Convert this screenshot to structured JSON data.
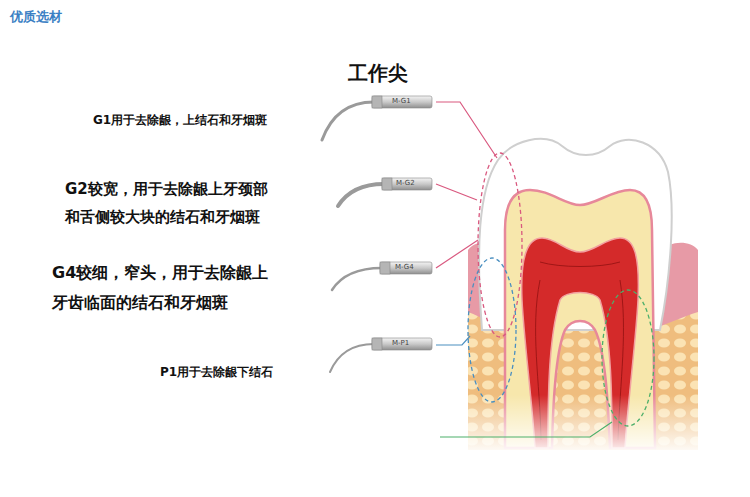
{
  "diagram": {
    "title": "工作尖",
    "labels": [
      "优质选材",
      "G1用于去除龈，上结石和牙烟斑",
      "M-G1",
      "G2较宽，用于去除龈上牙颈部 和舌侧较大块的结石和牙烟斑",
      "M-G2",
      "G4较细，窄头，用于去除龈上 牙齿临面的结石和牙烟斑",
      "M-G4",
      "P1用于去除龈下结石",
      "M-P1"
    ]
  }
}
